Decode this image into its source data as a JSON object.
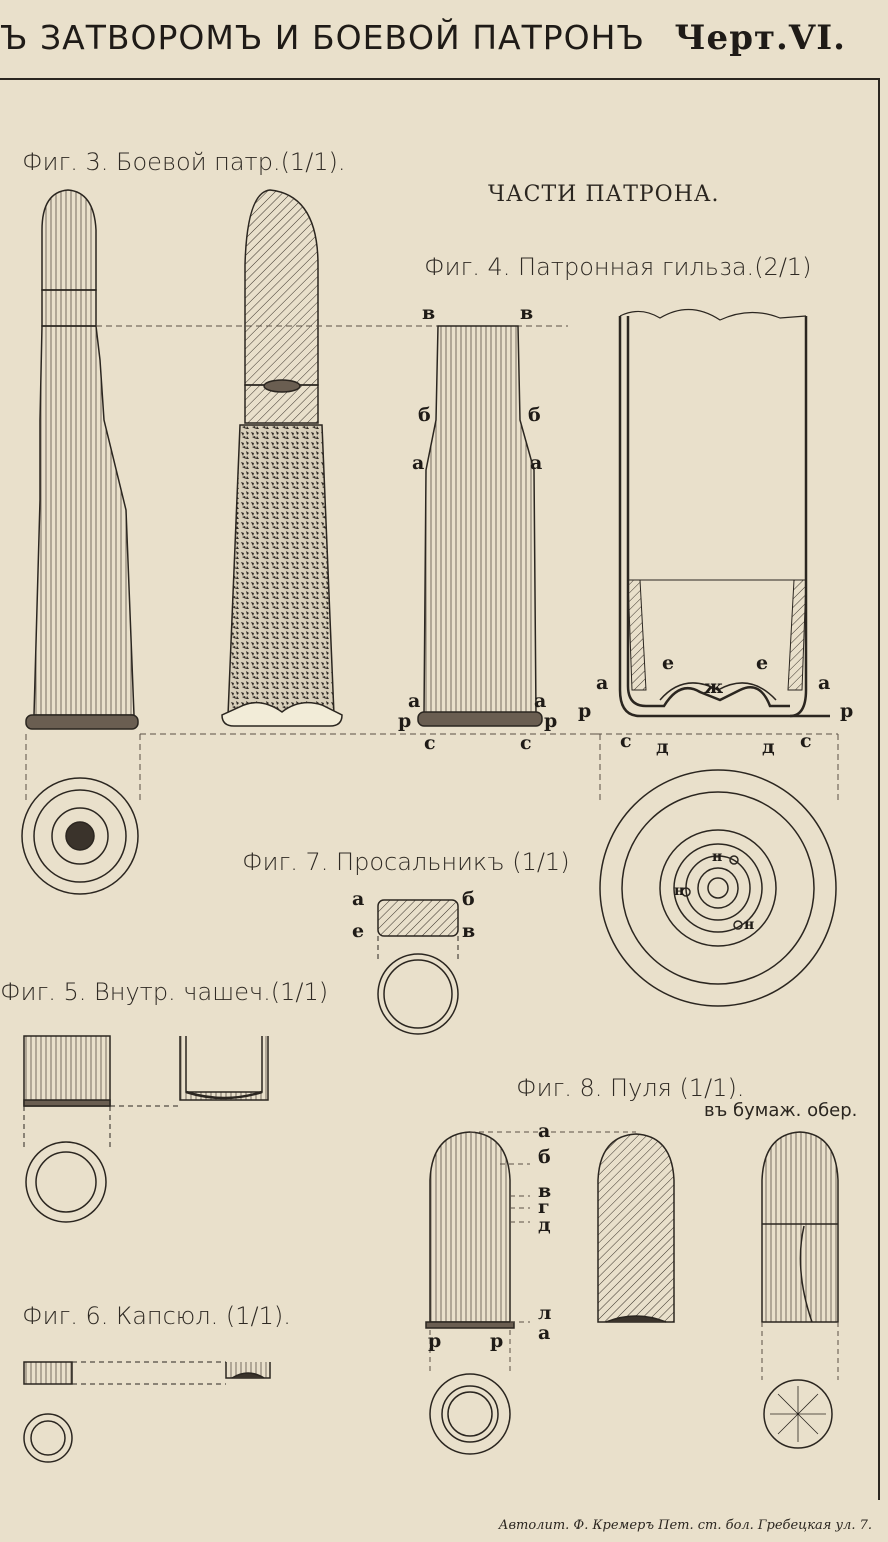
{
  "header": {
    "title": "Ъ ЗАТВОРОМЪ И БОЕВОЙ ПАТРОНЪ",
    "plate_number": "Черт.VI."
  },
  "captions": {
    "fig3": "Фиг. 3. Боевой патр.(1/1).",
    "parts": "ЧАСТИ ПАТРОНА.",
    "fig4": "Фиг. 4. Патронная гильза.(2/1)",
    "fig7": "Фиг. 7. Просальникъ (1/1)",
    "fig5": "Фиг. 5. Внутр. чашеч.(1/1)",
    "fig8": "Фиг. 8. Пуля (1/1).",
    "fig8_sub": "въ бумаж. обер.",
    "fig6": "Фиг. 6. Капсюл. (1/1)."
  },
  "labels": {
    "fig4a": [
      "в",
      "в",
      "б",
      "б",
      "а",
      "а",
      "а",
      "а",
      "р",
      "р",
      "с",
      "с"
    ],
    "fig4b": [
      "е",
      "е",
      "ж",
      "а",
      "а",
      "р",
      "р",
      "с",
      "д",
      "д",
      "с",
      "н",
      "н",
      "н"
    ],
    "fig7": [
      "а",
      "б",
      "е",
      "в"
    ],
    "fig8": [
      "а",
      "б",
      "в",
      "г",
      "д",
      "л",
      "а",
      "р",
      "р"
    ]
  },
  "footer": "Автолит. Ф. Кремеръ Пет. ст. бол. Гребецкая ул. 7."
}
